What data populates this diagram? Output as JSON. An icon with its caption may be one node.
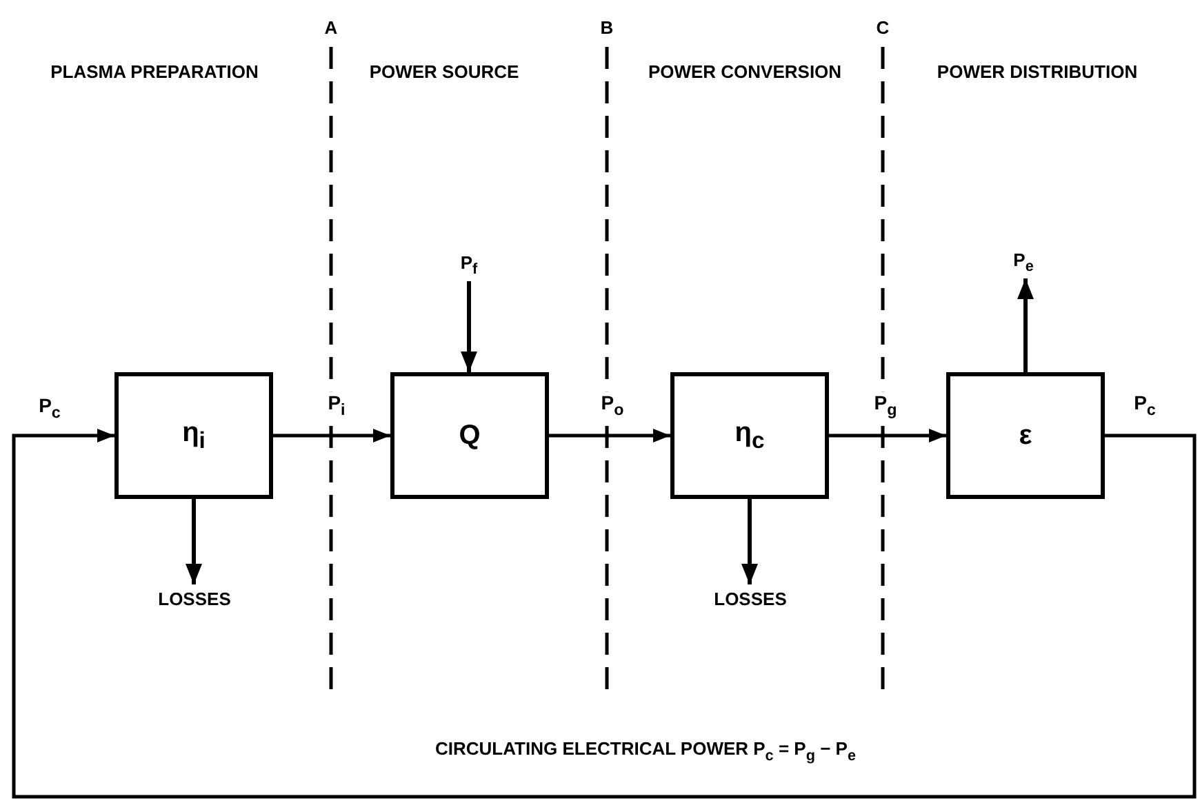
{
  "diagram": {
    "nodes": [
      {
        "text": [
          "η$_{i}$"
        ]
      },
      {
        "text": [
          "Q"
        ]
      },
      {
        "text": [
          "η$_{c}$"
        ]
      },
      {
        "text": [
          "ε"
        ]
      },
      {
        "text": [
          "LOSSES"
        ]
      },
      {
        "text": [
          "LOSSES"
        ]
      },
      {
        "text": [
          "P$_{f}$"
        ]
      },
      {
        "text": [
          "P$_{e}$"
        ]
      }
    ],
    "edges": [
      {
        "from": 0,
        "to": 1,
        "arrow": "to",
        "label": "P$_{i}$"
      },
      {
        "from": 1,
        "to": 2,
        "arrow": "to",
        "label": "P$_{o}$"
      },
      {
        "from": 2,
        "to": 3,
        "arrow": "to",
        "label": "P$_{g}$"
      },
      {
        "from": 3,
        "to": 0,
        "arrow": "to"
      },
      {
        "from": 6,
        "to": 1,
        "arrow": "to"
      },
      {
        "from": 3,
        "to": 7,
        "arrow": "to"
      },
      {
        "from": 0,
        "to": 4,
        "arrow": "to"
      },
      {
        "from": 2,
        "to": 5,
        "arrow": "to"
      }
    ],
    "labels": [
      "A",
      "B",
      "C",
      "PLASMA PREPARATION",
      "POWER SOURCE",
      "POWER CONVERSION",
      "POWER DISTRIBUTION",
      "P$_{c}$",
      "P$_{c}$",
      "CIRCULATING ELECTRICAL POWER P$_{c}$ = P$_{g}$ − P$_{e}$"
    ]
  }
}
